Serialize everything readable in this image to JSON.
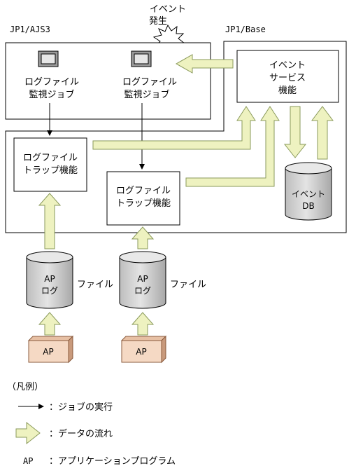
{
  "labels": {
    "jp1_ajs3": "JP1/AJS3",
    "jp1_base": "JP1/Base",
    "event_occurrence_1": "イベント",
    "event_occurrence_2": "発生",
    "job_left_1": "ログファイル",
    "job_left_2": "監視ジョブ",
    "job_right_1": "ログファイル",
    "job_right_2": "監視ジョブ",
    "event_service_1": "イベント",
    "event_service_2": "サービス",
    "event_service_3": "機能",
    "trap_left_1": "ログファイル",
    "trap_left_2": "トラップ機能",
    "trap_right_1": "ログファイル",
    "trap_right_2": "トラップ機能",
    "event_db_1": "イベント",
    "event_db_2": "DB",
    "ap_log_1_a": "AP",
    "ap_log_1_b": "ログ",
    "ap_log_2_a": "AP",
    "ap_log_2_b": "ログ",
    "file_1": "ファイル",
    "file_2": "ファイル",
    "ap_box_1": "AP",
    "ap_box_2": "AP"
  },
  "legend": {
    "title": "（凡例）",
    "job_execution": "：ジョブの実行",
    "data_flow": "：データの流れ",
    "ap_key": "AP",
    "ap_desc": "：アプリケーションプログラム"
  },
  "colors": {
    "flow_fill": "#eef2c0",
    "flow_stroke": "#8a9a5b",
    "cylinder_fill": "#d4d4d4",
    "ap_box_fill": "#f5d9c4",
    "ap_box_stroke": "#8a5a3c"
  }
}
